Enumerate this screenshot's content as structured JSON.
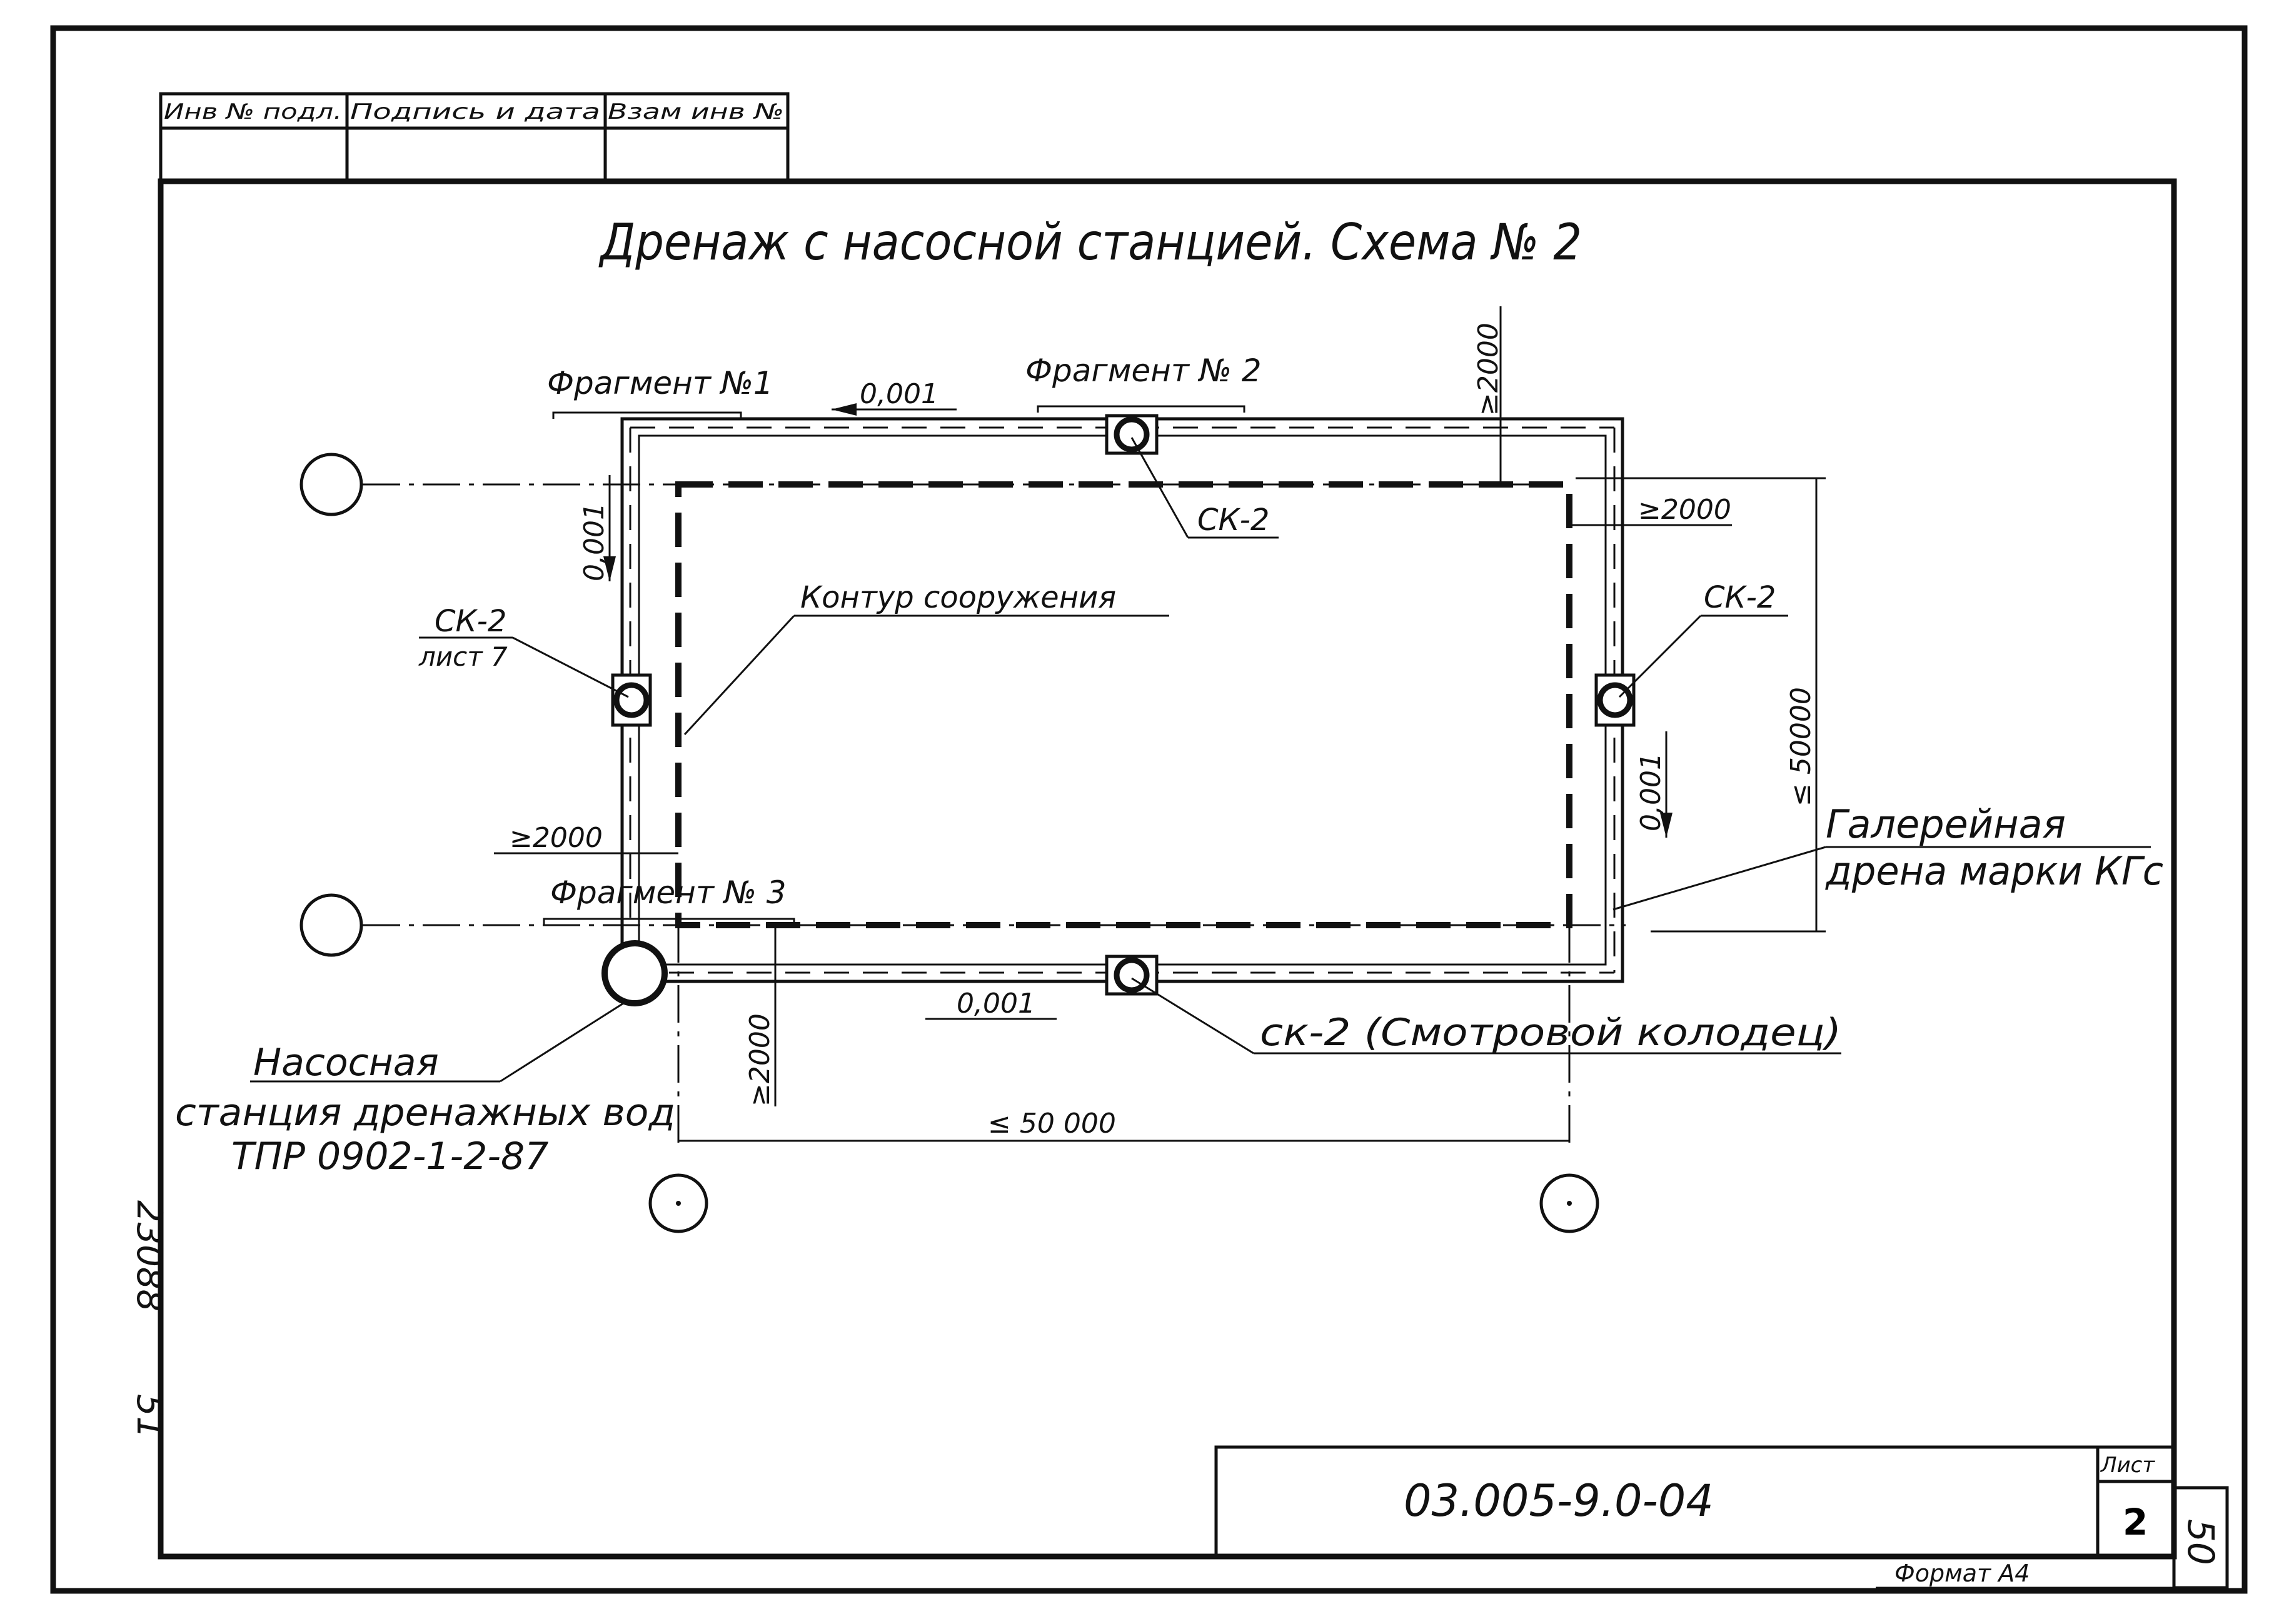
{
  "stamp_header": {
    "col1": "Инв № подл.",
    "col2": "Подпись и дата",
    "col3": "Взам инв №"
  },
  "title": "Дренаж с насосной станцией. Схема № 2",
  "labels": {
    "fragment1": "Фрагмент №1",
    "fragment2": "Фрагмент № 2",
    "fragment3": "Фрагмент № 3",
    "slope_top": "0,001",
    "slope_left": "0,001",
    "slope_right": "0,001",
    "slope_bottom": "0,001",
    "dim_top_right_vertical": "≥2000",
    "dim_right_horizontal": "≥2000",
    "dim_left_horizontal": "≥2000",
    "dim_bottom_vertical": "≥2000",
    "dim_length_horizontal": "≤ 50 000",
    "dim_length_vertical": "≤ 50000",
    "sk2_top": "СК-2",
    "sk2_left": "СК-2",
    "sheet_ref": "лист 7",
    "sk2_right": "СК-2",
    "sk2_bottom": "ск-2 (Смотровой колодец)",
    "contour": "Контур сооружения",
    "drain_line1": "Галерейная",
    "drain_line2": "дрена марки КГс",
    "pump_line1": "Насосная",
    "pump_line2": "станция дренажных вод",
    "pump_line3": "ТПР 0902-1-2-87"
  },
  "side_text": {
    "archive_no": "23088",
    "sub_no": "51"
  },
  "title_block": {
    "doc_code": "03.005-9.0-04",
    "sheet_label": "Лист",
    "sheet_no": "2",
    "format": "Формат А4",
    "page_no": "50"
  }
}
